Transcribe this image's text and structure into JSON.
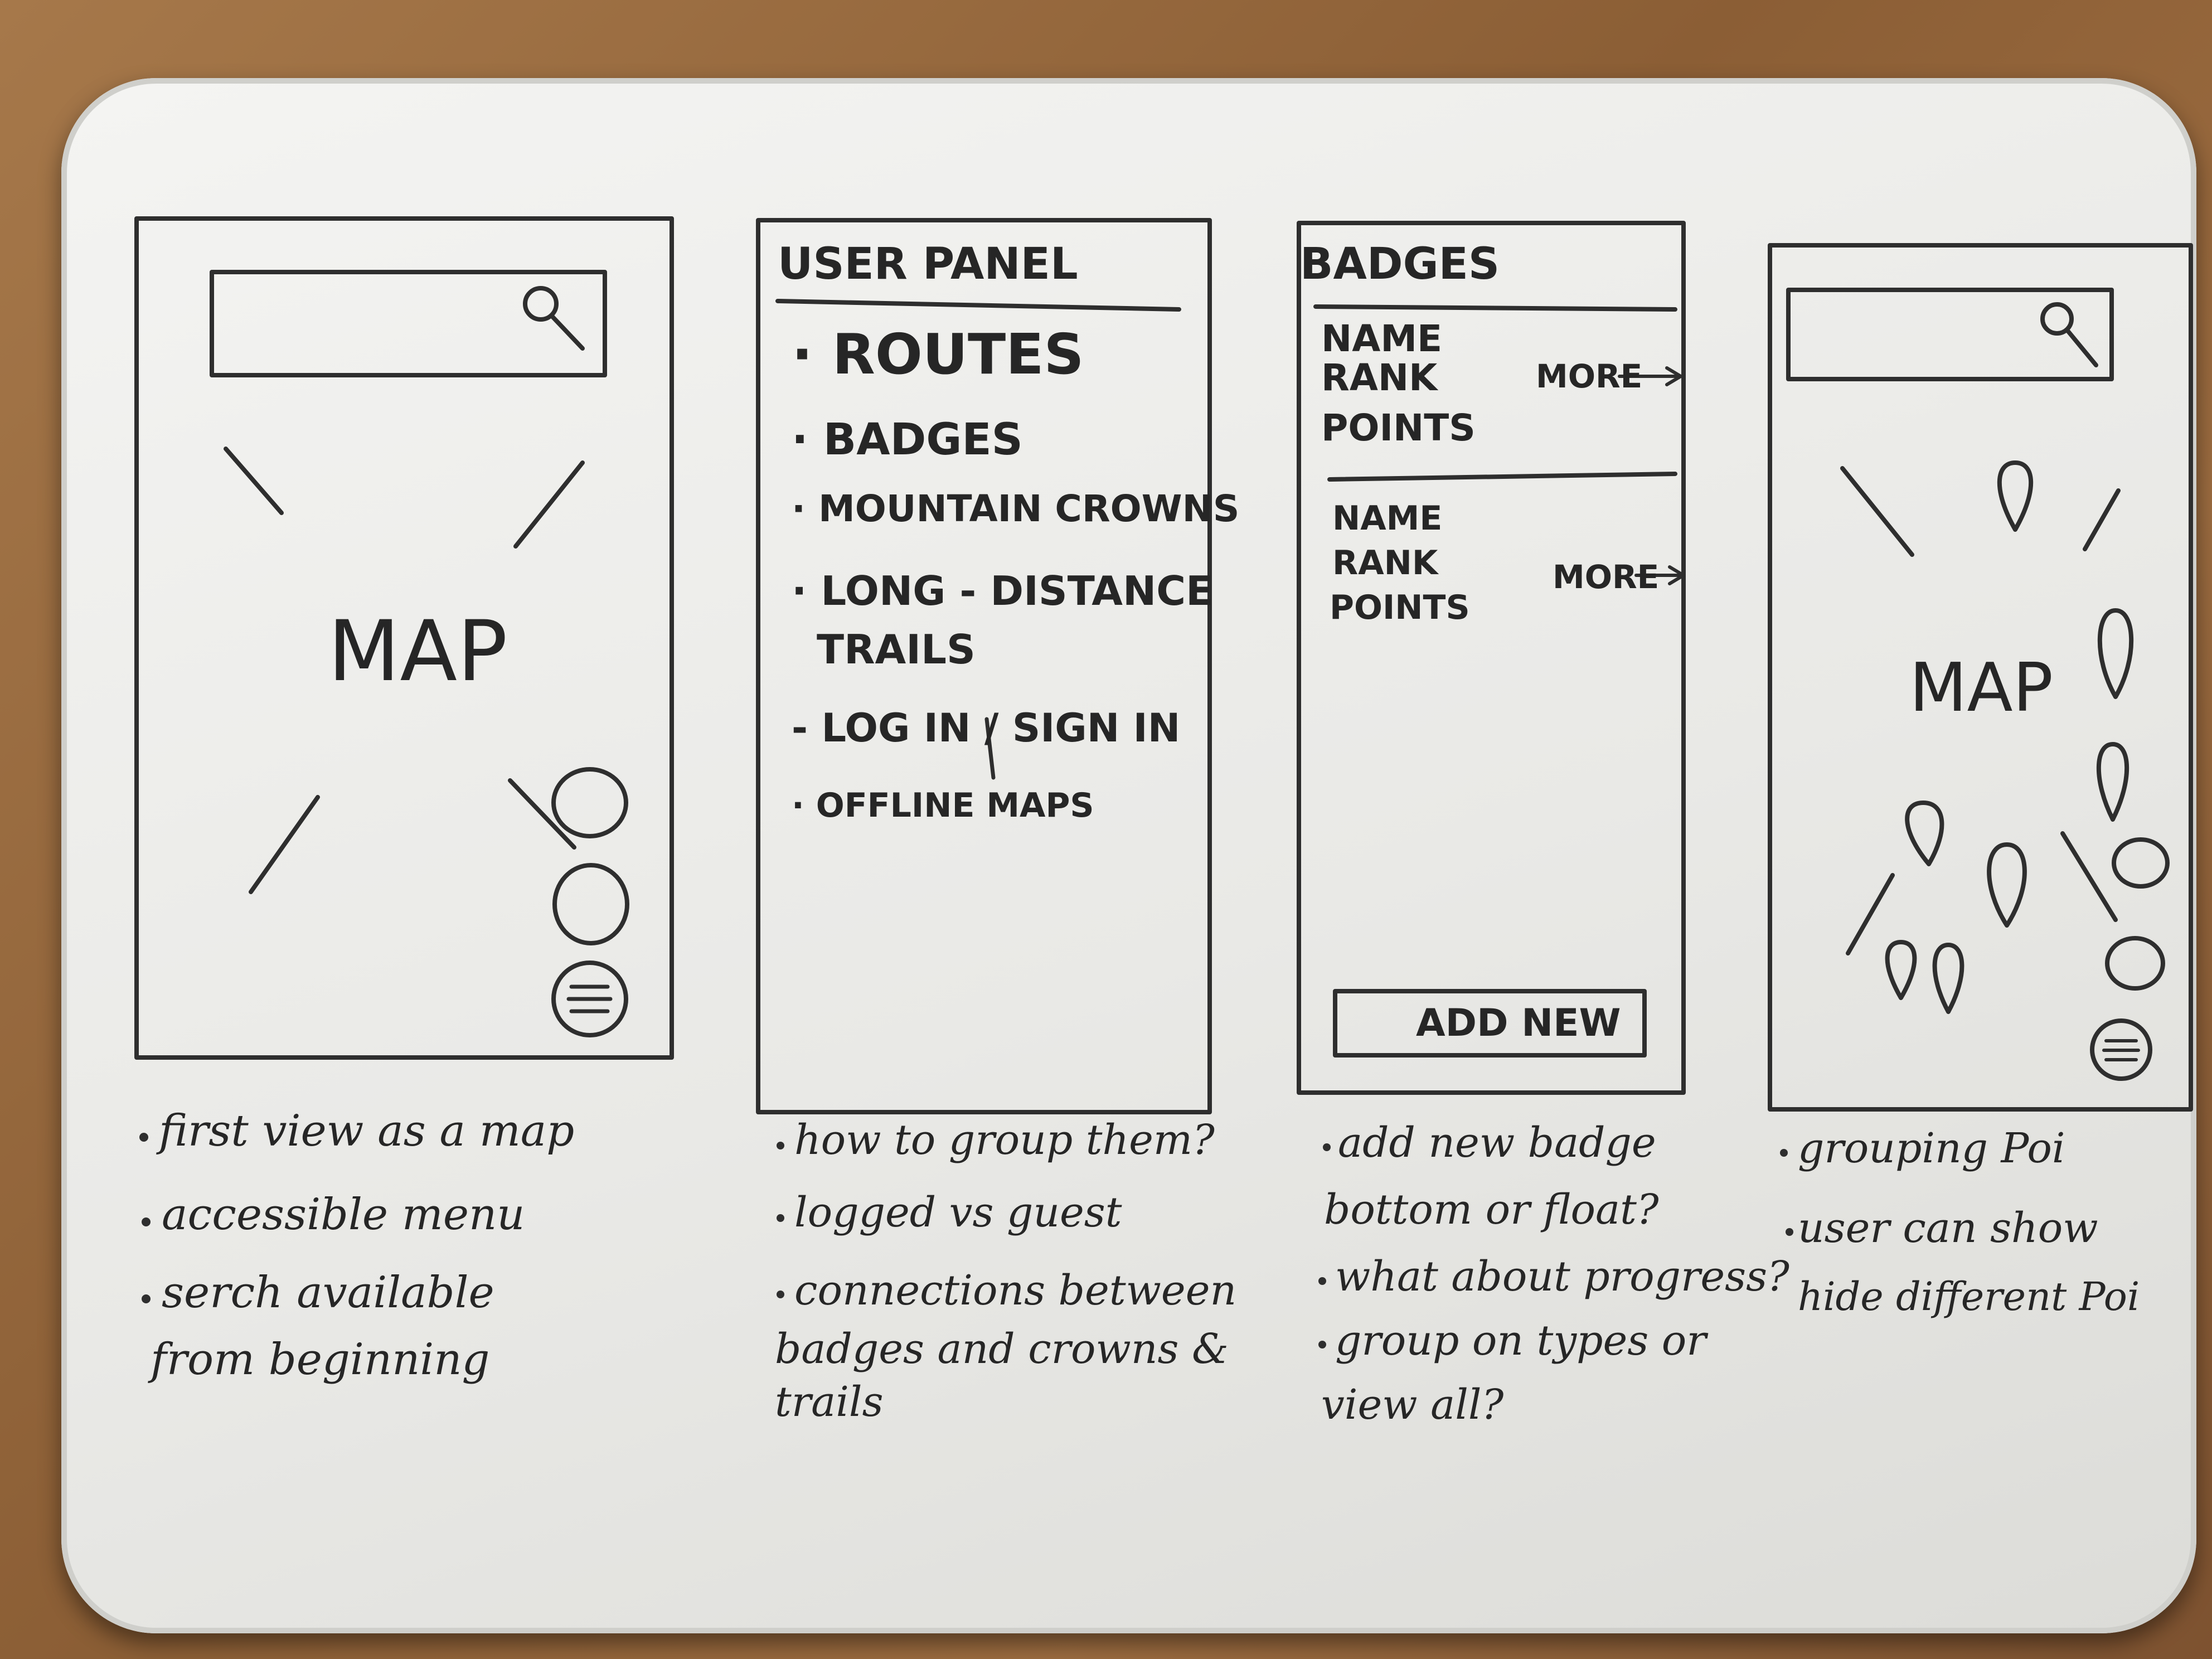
{
  "screens": [
    {
      "map_label": "MAP",
      "notes": [
        "first view as a map",
        "accessible menu",
        "serch available",
        "from beginning"
      ]
    },
    {
      "title": "USER PANEL",
      "items": [
        "ROUTES",
        "BADGES",
        "MOUNTAIN CROWNS",
        "LONG - DISTANCE",
        "TRAILS",
        "LOG IN / SIGN IN",
        "OFFLINE MAPS"
      ],
      "notes": [
        "how to group them?",
        "logged vs guest",
        "connections between",
        "badges and crowns &",
        "trails"
      ]
    },
    {
      "title": "BADGES",
      "entries": [
        {
          "name": "NAME",
          "rank": "RANK",
          "points": "POINTS",
          "more": "MORE"
        },
        {
          "name": "NAME",
          "rank": "RANK",
          "points": "POINTS",
          "more": "MORE"
        }
      ],
      "add_button": "ADD NEW",
      "notes": [
        "add new badge",
        "bottom or float?",
        "what about progress?",
        "group on types or",
        "view all?"
      ]
    },
    {
      "map_label": "MAP",
      "notes": [
        "grouping Poi",
        "user can show",
        "hide different Poi"
      ]
    }
  ],
  "icons": [
    "search-icon",
    "menu-icon",
    "map-pin-icon",
    "round-button-icon",
    "arrow-right-icon"
  ],
  "colors": {
    "marker": "#2a2a2a",
    "board": "#ececea",
    "table": "#8b5e35"
  }
}
